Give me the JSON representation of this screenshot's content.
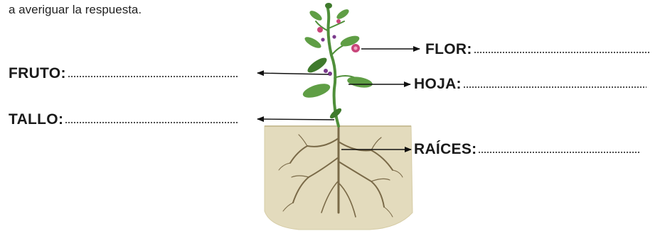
{
  "instruction": "a averiguar la respuesta.",
  "labels": {
    "flor": "FLOR",
    "fruto": "FRUTO",
    "hoja": "HOJA",
    "tallo": "TALLO",
    "raices": "RAÍCES",
    "separator": ":"
  },
  "colors": {
    "soil": "#e3dbbd",
    "soil_edge": "#c9bf98",
    "stem": "#4f8f3a",
    "leaf": "#5f9e45",
    "leaf_dark": "#3f7a2c",
    "flower": "#c8457a",
    "fruit": "#7a3a8c",
    "root": "#7a6a48",
    "arrow": "#111111"
  }
}
